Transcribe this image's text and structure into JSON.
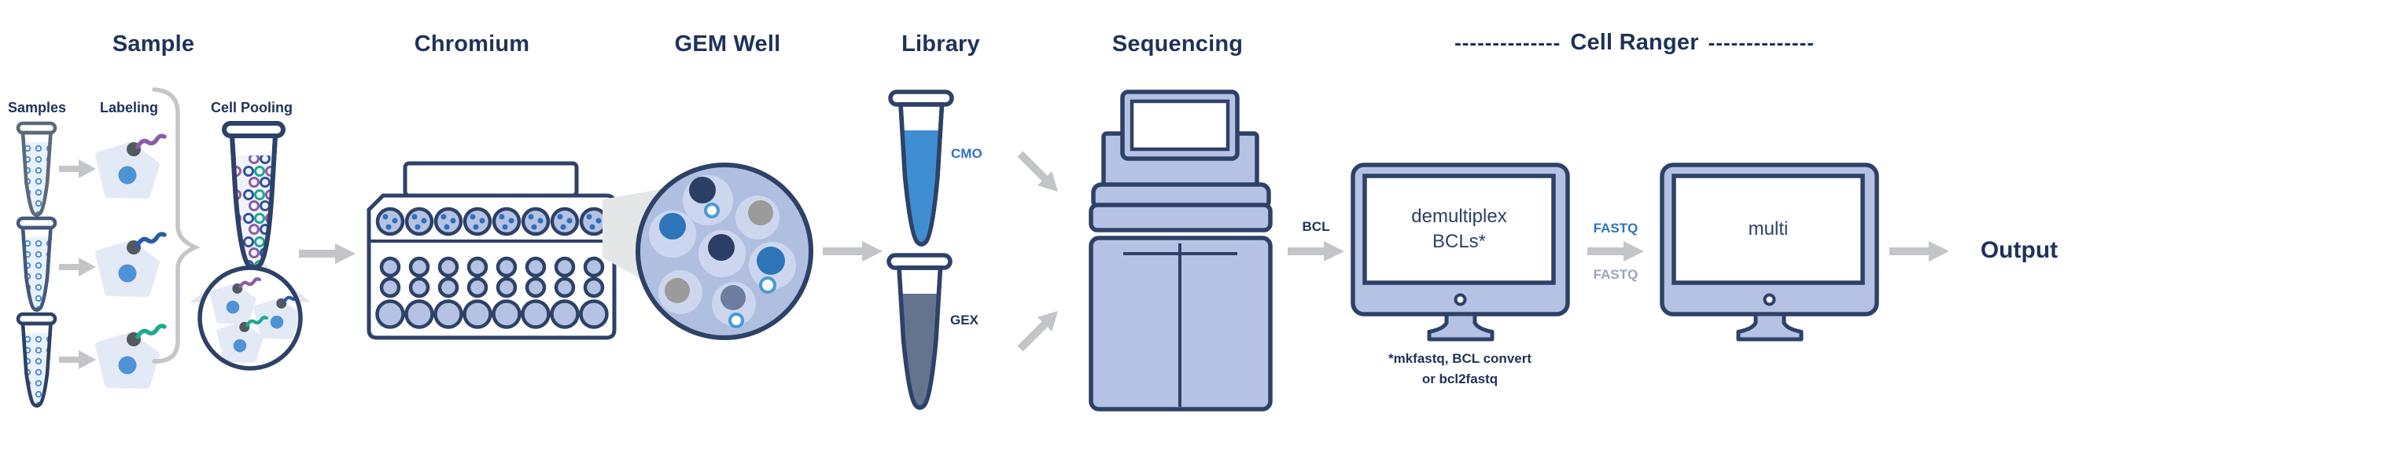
{
  "palette": {
    "navy_text": "#1f3259",
    "outline_navy": "#2e4166",
    "periwinkle": "#b6c2e4",
    "gem_fill": "#b0bfe0",
    "halo_light": "#ccd7ef",
    "cell_body": "#e4e9f6",
    "nucleus_blue": "#4f93d4",
    "cmo_blue": "#3f8ed2",
    "label_blue": "#2d72c8",
    "gex_slate": "#64748f",
    "tag_teal": "#1fa98c",
    "tag_purple": "#8a5da8",
    "tag_navy": "#2a5ca8",
    "arrow_gray": "#c3c5c8",
    "fastq_gray": "#9aa4b8",
    "cone_gray": "#e5e6e8"
  },
  "icons": [
    "sample-tube-icon",
    "labeled-cell-icon",
    "pooled-tube-icon",
    "magnifier-circle-icon",
    "chromium-chip-icon",
    "gem-well-icon",
    "cmo-tube-icon",
    "gex-tube-icon",
    "sequencer-icon",
    "monitor-icon",
    "flow-arrow-icon",
    "brace-icon"
  ],
  "sections": {
    "sample": {
      "title": "Sample",
      "columns": {
        "samples": "Samples",
        "labeling": "Labeling",
        "cell_pooling": "Cell Pooling"
      }
    },
    "chromium": {
      "title": "Chromium"
    },
    "gem_well": {
      "title": "GEM Well"
    },
    "library": {
      "title": "Library",
      "cmo_label": "CMO",
      "gex_label": "GEX"
    },
    "sequencing": {
      "title": "Sequencing"
    },
    "cell_ranger": {
      "dashes_left": "--------------",
      "title": "Cell Ranger",
      "dashes_right": "--------------",
      "bcl_label": "BCL",
      "demultiplex_line1": "demultiplex",
      "demultiplex_line2": "BCLs*",
      "fastq_blue": "FASTQ",
      "fastq_gray": "FASTQ",
      "multi_label": "multi",
      "footnote_line1": "*mkfastq, BCL convert",
      "footnote_line2": "or bcl2fastq"
    },
    "output": {
      "label": "Output"
    }
  }
}
